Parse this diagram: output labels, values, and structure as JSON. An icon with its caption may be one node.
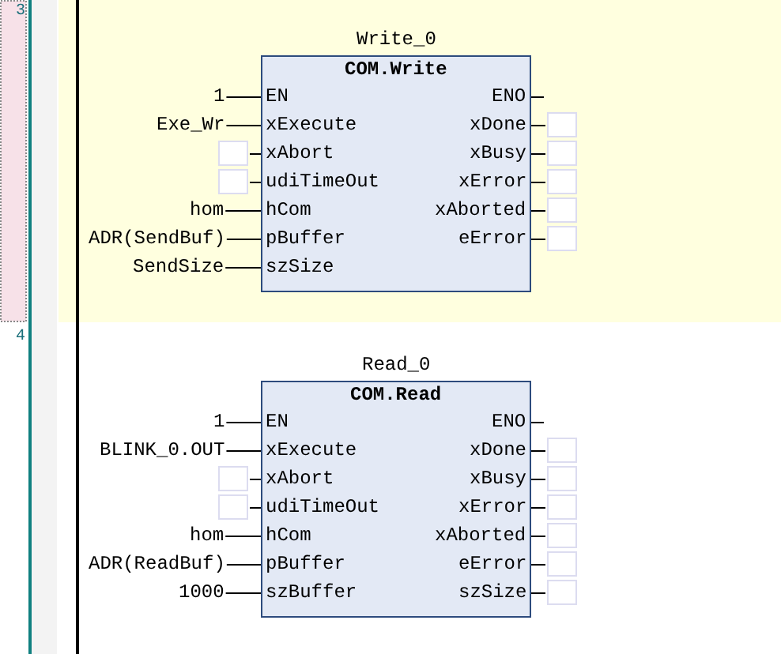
{
  "diagram": {
    "nodes": [
      {
        "text": [
          "Write_0",
          "COM.Write"
        ]
      },
      {
        "text": [
          "EN"
        ],
        "in": 0
      },
      {
        "text": [
          "ENO"
        ],
        "in": 0
      },
      {
        "text": [
          "xExecute"
        ],
        "in": 0
      },
      {
        "text": [
          "xDone"
        ],
        "in": 0
      },
      {
        "text": [
          "xAbort"
        ],
        "in": 0
      },
      {
        "text": [
          "xBusy"
        ],
        "in": 0
      },
      {
        "text": [
          "udiTimeOut"
        ],
        "in": 0
      },
      {
        "text": [
          "xError"
        ],
        "in": 0
      },
      {
        "text": [
          "hCom"
        ],
        "in": 0
      },
      {
        "text": [
          "xAborted"
        ],
        "in": 0
      },
      {
        "text": [
          "pBuffer"
        ],
        "in": 0
      },
      {
        "text": [
          "eError"
        ],
        "in": 0
      },
      {
        "text": [
          "szSize"
        ],
        "in": 0
      },
      {
        "text": [
          "1"
        ]
      },
      {
        "text": [
          "Exe_Wr"
        ]
      },
      {
        "text": [],
        "shape": "box"
      },
      {
        "text": [],
        "shape": "box"
      },
      {
        "text": [
          "hom"
        ]
      },
      {
        "text": [
          "ADR(SendBuf)"
        ]
      },
      {
        "text": [
          "SendSize"
        ]
      },
      {
        "text": [],
        "shape": "box"
      },
      {
        "text": [],
        "shape": "box"
      },
      {
        "text": [],
        "shape": "box"
      },
      {
        "text": [],
        "shape": "box"
      },
      {
        "text": [],
        "shape": "box"
      },
      {
        "text": [
          "Read_0",
          "COM.Read"
        ]
      },
      {
        "text": [
          "EN"
        ],
        "in": 26
      },
      {
        "text": [
          "ENO"
        ],
        "in": 26
      },
      {
        "text": [
          "xExecute"
        ],
        "in": 26
      },
      {
        "text": [
          "xDone"
        ],
        "in": 26
      },
      {
        "text": [
          "xAbort"
        ],
        "in": 26
      },
      {
        "text": [
          "xBusy"
        ],
        "in": 26
      },
      {
        "text": [
          "udiTimeOut"
        ],
        "in": 26
      },
      {
        "text": [
          "xError"
        ],
        "in": 26
      },
      {
        "text": [
          "hCom"
        ],
        "in": 26
      },
      {
        "text": [
          "xAborted"
        ],
        "in": 26
      },
      {
        "text": [
          "pBuffer"
        ],
        "in": 26
      },
      {
        "text": [
          "eError"
        ],
        "in": 26
      },
      {
        "text": [
          "szBuffer"
        ],
        "in": 26
      },
      {
        "text": [
          "szSize"
        ],
        "in": 26
      },
      {
        "text": [
          "1"
        ]
      },
      {
        "text": [
          "BLINK_0.OUT"
        ]
      },
      {
        "text": [],
        "shape": "box"
      },
      {
        "text": [],
        "shape": "box"
      },
      {
        "text": [
          "hom"
        ]
      },
      {
        "text": [
          "ADR(ReadBuf)"
        ]
      },
      {
        "text": [
          "1000"
        ]
      },
      {
        "text": [],
        "shape": "box"
      },
      {
        "text": [],
        "shape": "box"
      },
      {
        "text": [],
        "shape": "box"
      },
      {
        "text": [],
        "shape": "box"
      },
      {
        "text": [],
        "shape": "box"
      },
      {
        "text": [],
        "shape": "box"
      }
    ],
    "edges": [
      {
        "from": 14,
        "to": 1,
        "arrow": "none"
      },
      {
        "from": 15,
        "to": 3,
        "arrow": "none"
      },
      {
        "from": 16,
        "to": 5,
        "arrow": "none"
      },
      {
        "from": 17,
        "to": 7,
        "arrow": "none"
      },
      {
        "from": 18,
        "to": 9,
        "arrow": "none"
      },
      {
        "from": 19,
        "to": 11,
        "arrow": "none"
      },
      {
        "from": 20,
        "to": 13,
        "arrow": "none"
      },
      {
        "from": 2,
        "to": null,
        "arrow": "none"
      },
      {
        "from": 4,
        "to": 21,
        "arrow": "none"
      },
      {
        "from": 6,
        "to": 22,
        "arrow": "none"
      },
      {
        "from": 8,
        "to": 23,
        "arrow": "none"
      },
      {
        "from": 10,
        "to": 24,
        "arrow": "none"
      },
      {
        "from": 12,
        "to": 25,
        "arrow": "none"
      },
      {
        "from": 41,
        "to": 27,
        "arrow": "none"
      },
      {
        "from": 42,
        "to": 29,
        "arrow": "none"
      },
      {
        "from": 43,
        "to": 31,
        "arrow": "none"
      },
      {
        "from": 44,
        "to": 33,
        "arrow": "none"
      },
      {
        "from": 45,
        "to": 35,
        "arrow": "none"
      },
      {
        "from": 46,
        "to": 37,
        "arrow": "none"
      },
      {
        "from": 47,
        "to": 39,
        "arrow": "none"
      },
      {
        "from": 28,
        "to": null,
        "arrow": "none"
      },
      {
        "from": 30,
        "to": 48,
        "arrow": "none"
      },
      {
        "from": 32,
        "to": 49,
        "arrow": "none"
      },
      {
        "from": 34,
        "to": 50,
        "arrow": "none"
      },
      {
        "from": 36,
        "to": 51,
        "arrow": "none"
      },
      {
        "from": 38,
        "to": 52,
        "arrow": "none"
      },
      {
        "from": 40,
        "to": 53,
        "arrow": "none"
      }
    ],
    "labels": [
      "3",
      "4"
    ]
  }
}
